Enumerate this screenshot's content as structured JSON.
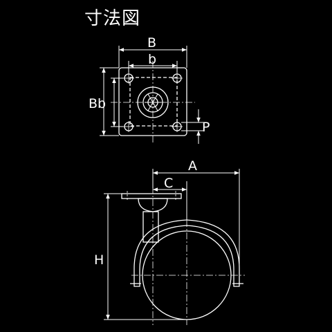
{
  "title": "寸法図",
  "labels": {
    "B_top": "B",
    "b_top": "b",
    "Bb_side": "Bb",
    "P": "P",
    "A": "A",
    "C": "C",
    "H": "H"
  }
}
